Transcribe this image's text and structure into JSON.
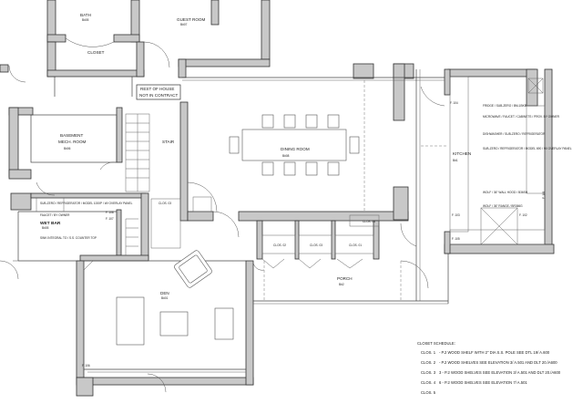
{
  "rooms": {
    "bath": {
      "name": "BATH",
      "num": "B#05"
    },
    "guest_room": {
      "name": "GUEST ROOM",
      "num": "B#07"
    },
    "closet": {
      "name": "CLOSET"
    },
    "rest_of_house": {
      "line1": "REST OF HOUSE",
      "line2": "NOT IN CONTRACT"
    },
    "basement": {
      "line1": "BASEMENT",
      "line2": "MECH. ROOM",
      "num": "B#06"
    },
    "stair": {
      "name": "STAIR"
    },
    "dining": {
      "name": "DINING ROOM",
      "num": "B#08"
    },
    "kitchen": {
      "name": "KITCHEN",
      "num": "B#1"
    },
    "wet_bar": {
      "name": "WET BAR",
      "num": "B#05"
    },
    "den": {
      "name": "DEN",
      "num": "B#01"
    },
    "porch": {
      "name": "PORCH",
      "num": "B#2"
    }
  },
  "tags": {
    "f104": "F. 104",
    "f103": "F. 103",
    "f102": "F. 102",
    "f105": "F. 105",
    "f101": "F. 101",
    "f106": "F. 106",
    "f108": "F. 108",
    "f107": "F. 107",
    "clos4": "CLOS. 04",
    "clos3a": "CLOS. 03",
    "clos2": "CLOS. 02",
    "clos3b": "CLOS. 03",
    "clos1": "CLOS. 01"
  },
  "kitchen_notes": [
    "FRIDGE / SUB-ZERO / BM-1BKB",
    "MICROWAVE / FAUCET / CABINETS / PROV. BY OWNER",
    "DISHWASHER / SUB-ZERO / REFRIGERATOR",
    "SUB-ZERO / REFRIGERATOR / MODEL 690 / W/ OVERLAY PANEL",
    "WOLF / 36\" WALL HOOD / B36SH",
    "WOLF / 36\" RANGE / BR366G"
  ],
  "wetbar_notes": [
    "SUB-ZERO / REFRIGERATOR / MODEL 1000P / W/ OVERLAY PANEL",
    "FAUCET / BY OWNER",
    "SINK INTEGRAL TO / S.S. COUNTER TOP"
  ],
  "schedule": {
    "title": "CLOSET SCHEDULE:",
    "rows": [
      {
        "id": "CLOS. 1",
        "text": "- P.2 WOOD SHELF WITH 2\" DIA S.S. POLE SEE DTL 19/ A.600"
      },
      {
        "id": "CLOS. 2",
        "text": "- P.2 WOOD SHELVES SEE ELEVATION 3/ A.501 AND DLT 20./A600"
      },
      {
        "id": "CLOS. 3",
        "text": "3 - P.2 WOOD SHELVES SEE ELEVATION 3/ A.501 AND DLT 20./A600"
      },
      {
        "id": "CLOS. 4",
        "text": "6 - P.2 WOOD SHELVES SEE ELEVATION 7/ A.501"
      },
      {
        "id": "CLOS. 5",
        "text": ""
      }
    ]
  }
}
